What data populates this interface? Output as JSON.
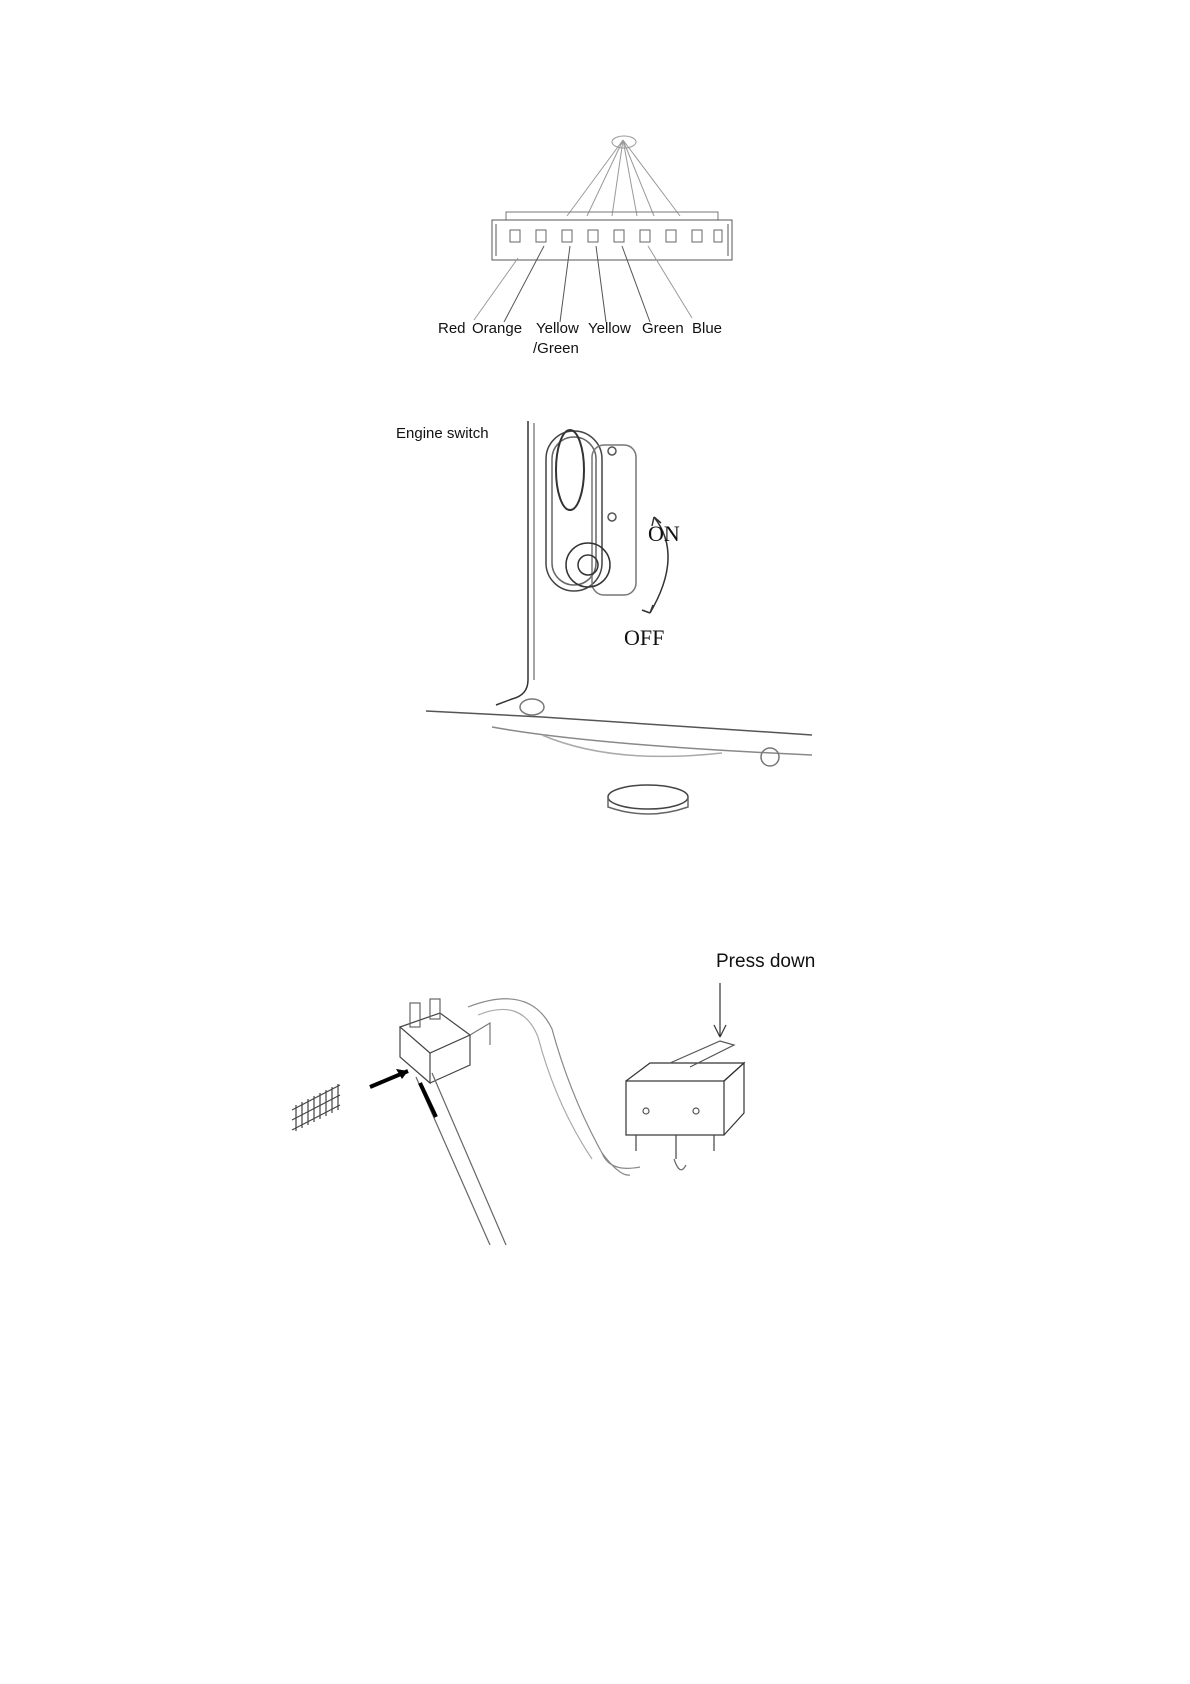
{
  "connector_figure": {
    "wire_labels": [
      "Red",
      "Orange",
      "Yellow",
      "Yellow",
      "Green",
      "Blue"
    ],
    "sub_label": "/Green"
  },
  "switch_figure": {
    "caption": "Engine switch",
    "on_label": "ON",
    "off_label": "OFF"
  },
  "microswitch_figure": {
    "instruction": "Press down"
  },
  "colors": {
    "line": "#222222",
    "faint": "#9a9a9a"
  }
}
